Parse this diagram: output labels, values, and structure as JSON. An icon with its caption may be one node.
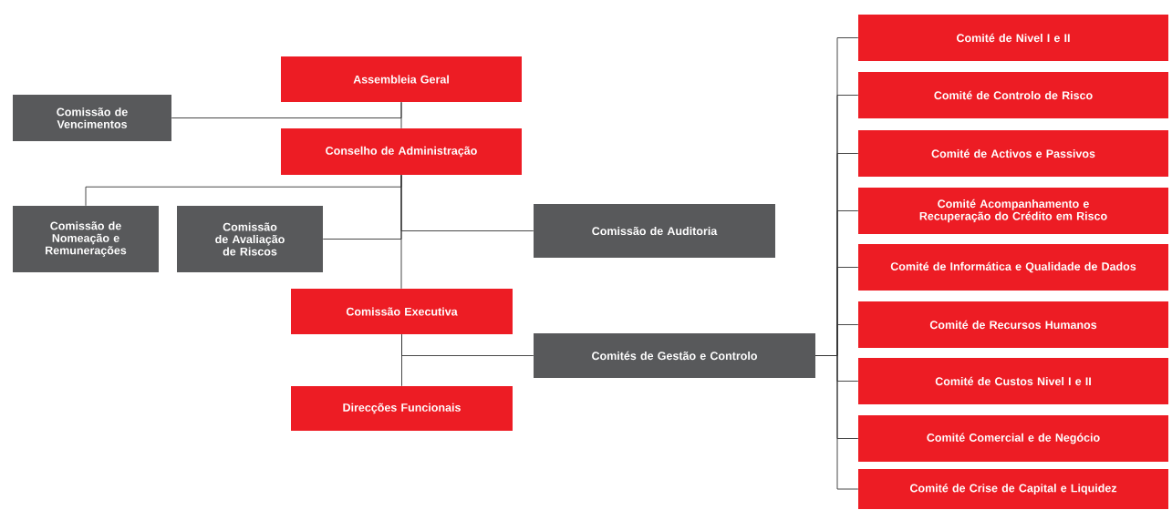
{
  "diagram": {
    "nodes": [
      {
        "text": [
          "Assembleia Geral"
        ]
      },
      {
        "text": [
          "Comissão de Vencimentos"
        ]
      },
      {
        "text": [
          "Conselho de Administração"
        ]
      },
      {
        "text": [
          "Comissão de Nomeação e Remunerações"
        ]
      },
      {
        "text": [
          "Comissão de Avaliação de Riscos"
        ]
      },
      {
        "text": [
          "Comissão de Auditoria"
        ]
      },
      {
        "text": [
          "Comissão Executiva"
        ]
      },
      {
        "text": [
          "Comités de Gestão e Controlo"
        ]
      },
      {
        "text": [
          "Direcções Funcionais"
        ]
      },
      {
        "text": [
          "Comité de Nivel I e II"
        ]
      },
      {
        "text": [
          "Comité de Controlo de Risco"
        ]
      },
      {
        "text": [
          "Comité de Activos e Passivos"
        ]
      },
      {
        "text": [
          "Comité Acompanhamento e Recuperação do Crédito em Risco"
        ]
      },
      {
        "text": [
          "Comité de Informática e Qualidade de Dados"
        ]
      },
      {
        "text": [
          "Comité de Recursos Humanos"
        ]
      },
      {
        "text": [
          "Comité de Custos Nivel I e II"
        ]
      },
      {
        "text": [
          "Comité Comercial e de Negócio"
        ]
      },
      {
        "text": [
          "Comité de Crise de Capital e Liquidez"
        ]
      }
    ],
    "edges": [
      {
        "from": 0,
        "to": 1,
        "arrow": "none"
      },
      {
        "from": 0,
        "to": 2,
        "arrow": "none"
      },
      {
        "from": 2,
        "to": 3,
        "arrow": "none"
      },
      {
        "from": 2,
        "to": 4,
        "arrow": "none"
      },
      {
        "from": 2,
        "to": 5,
        "arrow": "none"
      },
      {
        "from": 2,
        "to": 6,
        "arrow": "none"
      },
      {
        "from": 6,
        "to": 7,
        "arrow": "none"
      },
      {
        "from": 6,
        "to": 8,
        "arrow": "none"
      },
      {
        "from": 7,
        "to": 9,
        "arrow": "none"
      },
      {
        "from": 7,
        "to": 10,
        "arrow": "none"
      },
      {
        "from": 7,
        "to": 11,
        "arrow": "none"
      },
      {
        "from": 7,
        "to": 12,
        "arrow": "none"
      },
      {
        "from": 7,
        "to": 13,
        "arrow": "none"
      },
      {
        "from": 7,
        "to": 14,
        "arrow": "none"
      },
      {
        "from": 7,
        "to": 15,
        "arrow": "none"
      },
      {
        "from": 7,
        "to": 16,
        "arrow": "none"
      },
      {
        "from": 7,
        "to": 17,
        "arrow": "none"
      }
    ]
  }
}
